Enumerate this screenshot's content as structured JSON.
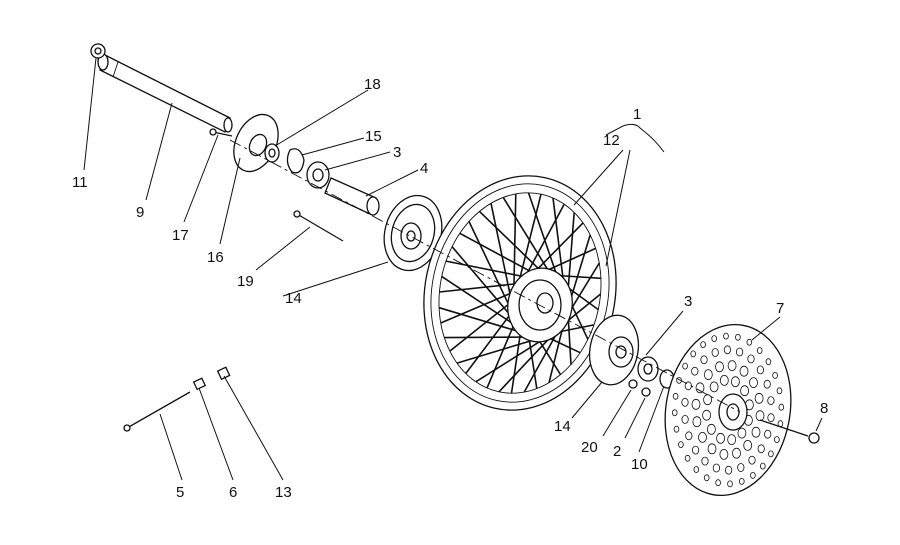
{
  "labels": {
    "p1": "1",
    "p2": "2",
    "p3a": "3",
    "p3b": "3",
    "p4": "4",
    "p5": "5",
    "p6": "6",
    "p7": "7",
    "p8": "8",
    "p9": "9",
    "p10": "10",
    "p11": "11",
    "p12": "12",
    "p13": "13",
    "p14a": "14",
    "p14b": "14",
    "p15": "15",
    "p16": "16",
    "p17": "17",
    "p18": "18",
    "p19": "19",
    "p20": "20"
  }
}
